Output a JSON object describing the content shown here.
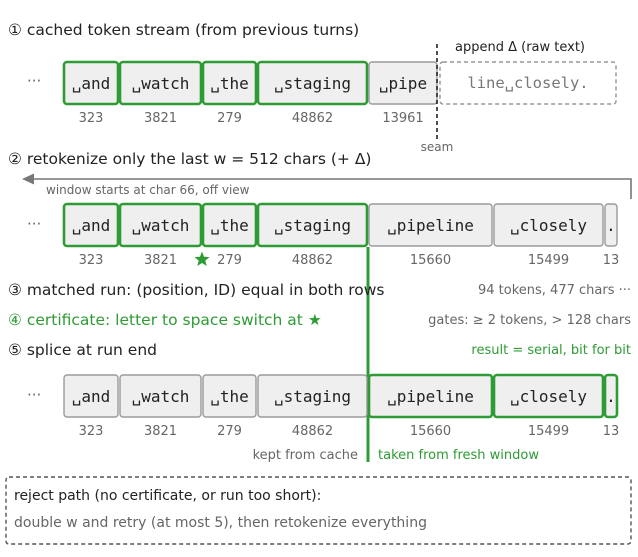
{
  "colors": {
    "green": "#2e9b34",
    "gray_text": "#666666",
    "dark_text": "#222222",
    "token_fill": "#efefef",
    "token_border": "#9a9a9a"
  },
  "step1": {
    "title": "① cached token stream (from previous turns)",
    "append_label": "append Δ (raw text)",
    "append_text": "line␣closely.",
    "seam_label": "seam",
    "ellipsis": "···",
    "tokens": [
      {
        "text": "␣and",
        "id": "323",
        "matched": true
      },
      {
        "text": "␣watch",
        "id": "3821",
        "matched": true
      },
      {
        "text": "␣the",
        "id": "279",
        "matched": true
      },
      {
        "text": "␣staging",
        "id": "48862",
        "matched": true
      },
      {
        "text": "␣pipe",
        "id": "13961",
        "matched": false
      }
    ]
  },
  "step2": {
    "title": "② retokenize only the last w = 512 chars (+ Δ)",
    "window_note": "window starts at char 66, off view",
    "ellipsis": "···",
    "tokens": [
      {
        "text": "␣and",
        "id": "323",
        "matched": true
      },
      {
        "text": "␣watch",
        "id": "3821",
        "matched": true
      },
      {
        "text": "␣the",
        "id": "279",
        "matched": true
      },
      {
        "text": "␣staging",
        "id": "48862",
        "matched": true
      },
      {
        "text": "␣pipeline",
        "id": "15660",
        "matched": false
      },
      {
        "text": "␣closely",
        "id": "15499",
        "matched": false
      },
      {
        "text": ".",
        "id": "13",
        "matched": false
      }
    ]
  },
  "step3": {
    "title": "③ matched run: (position, ID) equal in both rows",
    "stat": "94 tokens, 477 chars ···"
  },
  "step4": {
    "title": "④ certificate: letter to space switch at ★",
    "gates": "gates: ≥ 2 tokens, > 128 chars"
  },
  "step5": {
    "title": "⑤ splice at run end",
    "result": "result = serial, bit for bit",
    "ellipsis": "···",
    "kept_label": "kept from cache",
    "taken_label": "taken from fresh window",
    "tokens": [
      {
        "text": "␣and",
        "id": "323",
        "from_window": false
      },
      {
        "text": "␣watch",
        "id": "3821",
        "from_window": false
      },
      {
        "text": "␣the",
        "id": "279",
        "from_window": false
      },
      {
        "text": "␣staging",
        "id": "48862",
        "from_window": false
      },
      {
        "text": "␣pipeline",
        "id": "15660",
        "from_window": true
      },
      {
        "text": "␣closely",
        "id": "15499",
        "from_window": true
      },
      {
        "text": ".",
        "id": "13",
        "from_window": true
      }
    ]
  },
  "reject": {
    "title": "reject path (no certificate, or run too short):",
    "body": "double w and retry (at most 5), then retokenize everything"
  }
}
